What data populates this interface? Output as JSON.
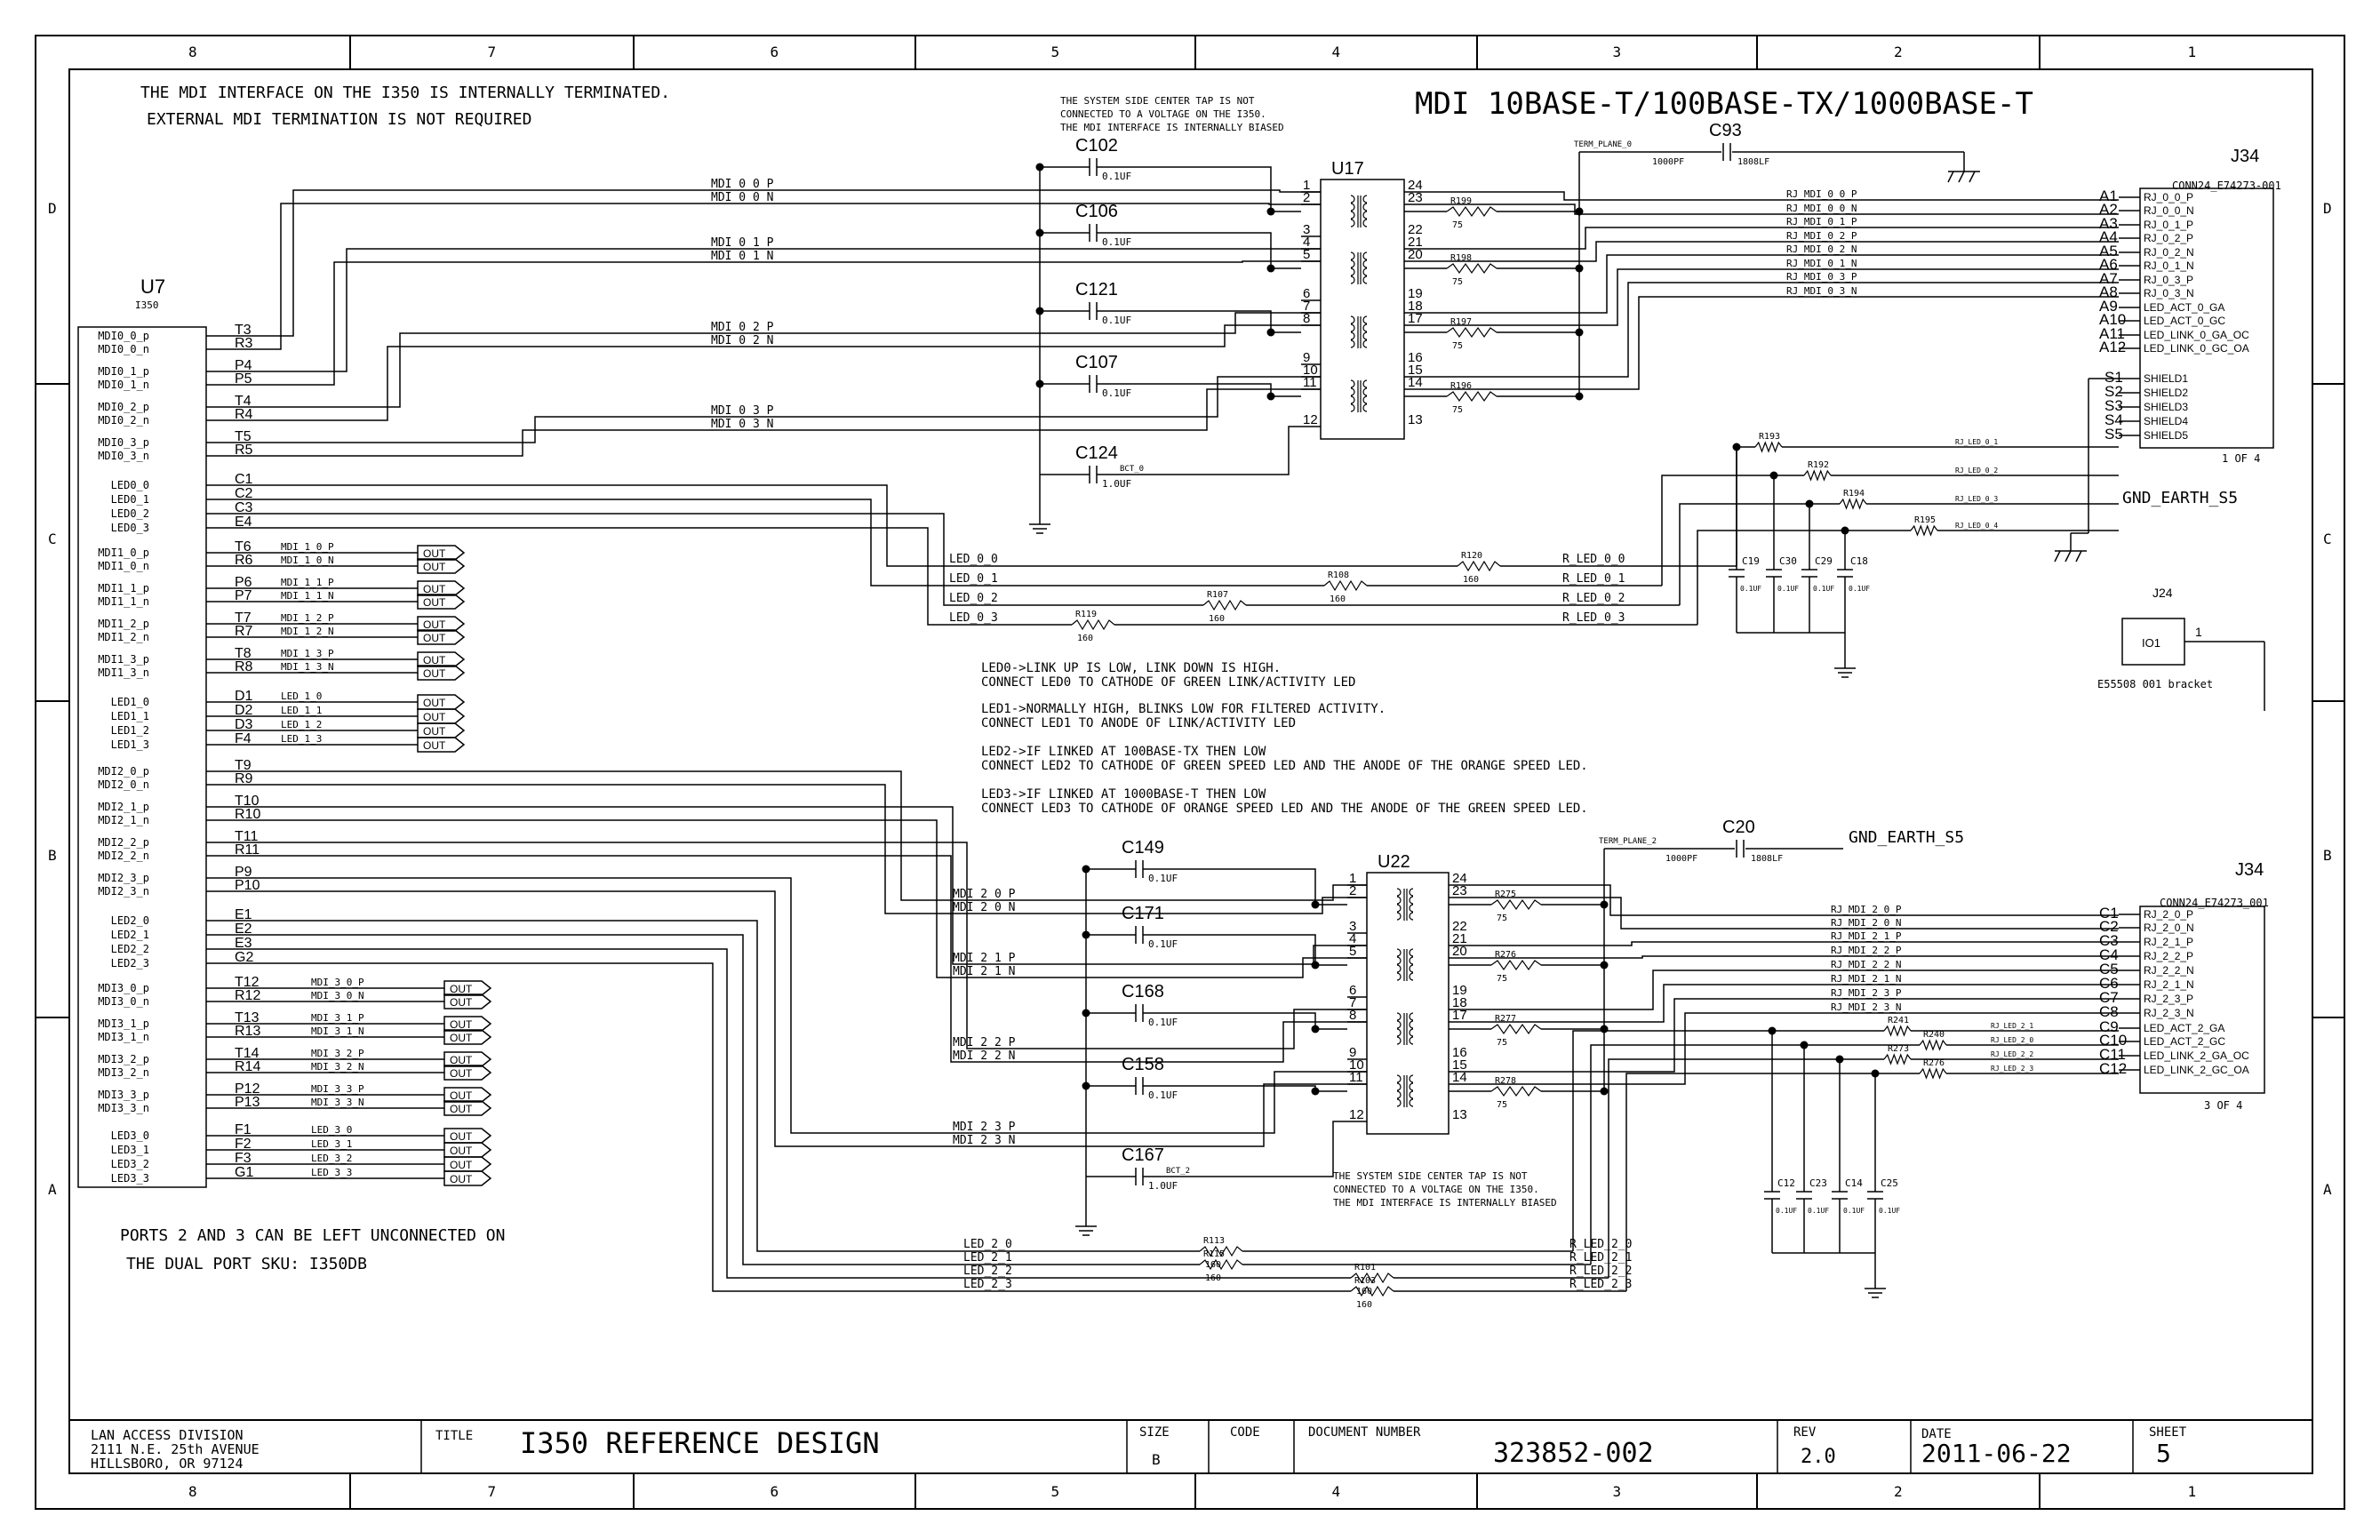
{
  "border": {
    "columns": [
      "8",
      "7",
      "6",
      "5",
      "4",
      "3",
      "2",
      "1"
    ],
    "rows": [
      "D",
      "C",
      "B",
      "A"
    ]
  },
  "title": "MDI 10BASE-T/100BASE-TX/1000BASE-T",
  "notes": {
    "mdi_terminated_1": "THE MDI INTERFACE ON THE I350 IS INTERNALLY TERMINATED.",
    "mdi_terminated_2": "EXTERNAL MDI TERMINATION IS NOT REQUIRED",
    "center_tap_top": [
      "THE SYSTEM SIDE CENTER TAP IS NOT",
      "CONNECTED TO A VOLTAGE ON THE I350.",
      "THE MDI INTERFACE IS INTERNALLY BIASED"
    ],
    "center_tap_bottom": [
      "THE SYSTEM SIDE CENTER TAP IS NOT",
      "CONNECTED TO A VOLTAGE ON THE I350.",
      "THE MDI INTERFACE IS INTERNALLY BIASED"
    ],
    "led_notes": [
      "LED0->LINK UP IS LOW, LINK DOWN IS HIGH.",
      "  CONNECT LED0 TO CATHODE OF GREEN LINK/ACTIVITY LED",
      "LED1->NORMALLY HIGH, BLINKS LOW FOR FILTERED ACTIVITY.",
      "  CONNECT LED1 TO ANODE OF LINK/ACTIVITY LED",
      "LED2->IF LINKED AT 100BASE-TX THEN LOW",
      "  CONNECT LED2 TO CATHODE OF GREEN SPEED LED AND THE ANODE OF THE ORANGE SPEED LED.",
      "LED3->IF LINKED AT 1000BASE-T THEN LOW",
      "  CONNECT LED3 TO CATHODE OF ORANGE SPEED LED AND THE ANODE OF THE GREEN SPEED LED."
    ],
    "ports_1": "PORTS 2 AND 3 CAN BE LEFT UNCONNECTED ON",
    "ports_2": "THE DUAL PORT SKU: I350DB"
  },
  "u7": {
    "ref": "U7",
    "part": "I350",
    "pins": [
      {
        "name": "MDI0_0_p",
        "num": "T3"
      },
      {
        "name": "MDI0_0_n",
        "num": "R3"
      },
      {
        "name": "MDI0_1_p",
        "num": "P4"
      },
      {
        "name": "MDI0_1_n",
        "num": "P5"
      },
      {
        "name": "MDI0_2_p",
        "num": "T4"
      },
      {
        "name": "MDI0_2_n",
        "num": "R4"
      },
      {
        "name": "MDI0_3_p",
        "num": "T5"
      },
      {
        "name": "MDI0_3_n",
        "num": "R5"
      },
      {
        "name": "LED0_0",
        "num": "C1"
      },
      {
        "name": "LED0_1",
        "num": "C2"
      },
      {
        "name": "LED0_2",
        "num": "C3"
      },
      {
        "name": "LED0_3",
        "num": "E4"
      },
      {
        "name": "MDI1_0_p",
        "num": "T6"
      },
      {
        "name": "MDI1_0_n",
        "num": "R6"
      },
      {
        "name": "MDI1_1_p",
        "num": "P6"
      },
      {
        "name": "MDI1_1_n",
        "num": "P7"
      },
      {
        "name": "MDI1_2_p",
        "num": "T7"
      },
      {
        "name": "MDI1_2_n",
        "num": "R7"
      },
      {
        "name": "MDI1_3_p",
        "num": "T8"
      },
      {
        "name": "MDI1_3_n",
        "num": "R8"
      },
      {
        "name": "LED1_0",
        "num": "D1"
      },
      {
        "name": "LED1_1",
        "num": "D2"
      },
      {
        "name": "LED1_2",
        "num": "D3"
      },
      {
        "name": "LED1_3",
        "num": "F4"
      },
      {
        "name": "MDI2_0_p",
        "num": "T9"
      },
      {
        "name": "MDI2_0_n",
        "num": "R9"
      },
      {
        "name": "MDI2_1_p",
        "num": "T10"
      },
      {
        "name": "MDI2_1_n",
        "num": "R10"
      },
      {
        "name": "MDI2_2_p",
        "num": "T11"
      },
      {
        "name": "MDI2_2_n",
        "num": "R11"
      },
      {
        "name": "MDI2_3_p",
        "num": "P9"
      },
      {
        "name": "MDI2_3_n",
        "num": "P10"
      },
      {
        "name": "LED2_0",
        "num": "E1"
      },
      {
        "name": "LED2_1",
        "num": "E2"
      },
      {
        "name": "LED2_2",
        "num": "E3"
      },
      {
        "name": "LED2_3",
        "num": "G2"
      },
      {
        "name": "MDI3_0_p",
        "num": "T12"
      },
      {
        "name": "MDI3_0_n",
        "num": "R12"
      },
      {
        "name": "MDI3_1_p",
        "num": "T13"
      },
      {
        "name": "MDI3_1_n",
        "num": "R13"
      },
      {
        "name": "MDI3_2_p",
        "num": "T14"
      },
      {
        "name": "MDI3_2_n",
        "num": "R14"
      },
      {
        "name": "MDI3_3_p",
        "num": "P12"
      },
      {
        "name": "MDI3_3_n",
        "num": "P13"
      },
      {
        "name": "LED3_0",
        "num": "F1"
      },
      {
        "name": "LED3_1",
        "num": "F2"
      },
      {
        "name": "LED3_2",
        "num": "F3"
      },
      {
        "name": "LED3_3",
        "num": "G1"
      }
    ]
  },
  "port1_nets": [
    "MDI_1_0_P",
    "MDI_1_0_N",
    "MDI_1_1_P",
    "MDI_1_1_N",
    "MDI_1_2_P",
    "MDI_1_2_N",
    "MDI_1_3_P",
    "MDI_1_3_N",
    "LED_1_0",
    "LED_1_1",
    "LED_1_2",
    "LED_1_3"
  ],
  "port3_nets": [
    "MDI_3_0_P",
    "MDI_3_0_N",
    "MDI_3_1_P",
    "MDI_3_1_N",
    "MDI_3_2_P",
    "MDI_3_2_N",
    "MDI_3_3_P",
    "MDI_3_3_N",
    "LED_3_0",
    "LED_3_1",
    "LED_3_2",
    "LED_3_3"
  ],
  "off_page_label": "OUT",
  "top": {
    "mdi_nets": [
      "MDI_0_0_P",
      "MDI_0_0_N",
      "MDI_0_1_P",
      "MDI_0_1_N",
      "MDI_0_2_P",
      "MDI_0_2_N",
      "MDI_0_3_P",
      "MDI_0_3_N"
    ],
    "led_nets": [
      "LED_0_0",
      "LED_0_1",
      "LED_0_2",
      "LED_0_3"
    ],
    "rled_nets": [
      "R_LED_0_0",
      "R_LED_0_1",
      "R_LED_0_2",
      "R_LED_0_3"
    ],
    "rled_short": [
      "RJ_LED_0_1",
      "RJ_LED_0_2",
      "RJ_LED_0_3",
      "RJ_LED_0_4"
    ],
    "rj_nets": [
      "RJ_MDI_0_0_P",
      "RJ_MDI_0_0_N",
      "RJ_MDI_0_1_P",
      "RJ_MDI_0_2_P",
      "RJ_MDI_0_2_N",
      "RJ_MDI_0_1_N",
      "RJ_MDI_0_3_P",
      "RJ_MDI_0_3_N"
    ],
    "caps": [
      {
        "ref": "C102",
        "value": "0.1UF"
      },
      {
        "ref": "C106",
        "value": "0.1UF"
      },
      {
        "ref": "C121",
        "value": "0.1UF"
      },
      {
        "ref": "C107",
        "value": "0.1UF"
      },
      {
        "ref": "C124",
        "value": "1.0UF"
      }
    ],
    "bct": "BCT_0",
    "xfmr": "U17",
    "xfmr_pins_left": [
      "1",
      "2",
      "3",
      "4",
      "5",
      "6",
      "7",
      "8",
      "9",
      "10",
      "11",
      "12"
    ],
    "xfmr_pins_right": [
      "24",
      "23",
      "22",
      "21",
      "20",
      "19",
      "18",
      "17",
      "16",
      "15",
      "14",
      "13"
    ],
    "term_res": [
      {
        "ref": "R199",
        "value": "75"
      },
      {
        "ref": "R198",
        "value": "75"
      },
      {
        "ref": "R197",
        "value": "75"
      },
      {
        "ref": "R196",
        "value": "75"
      }
    ],
    "c93": {
      "ref": "C93",
      "value": "1000PF",
      "pkg": "1808LF",
      "net": "TERM_PLANE_0"
    },
    "led_res": [
      {
        "ref": "R120",
        "value": "160"
      },
      {
        "ref": "R108",
        "value": "160"
      },
      {
        "ref": "R107",
        "value": "160"
      },
      {
        "ref": "R119",
        "value": "160"
      }
    ],
    "rj_res": [
      "R193",
      "R192",
      "R194",
      "R195"
    ],
    "led_caps": [
      {
        "ref": "C19",
        "value": "0.1UF"
      },
      {
        "ref": "C30",
        "value": "0.1UF"
      },
      {
        "ref": "C29",
        "value": "0.1UF"
      },
      {
        "ref": "C18",
        "value": "0.1UF"
      }
    ]
  },
  "j34_top": {
    "ref": "J34",
    "part": "CONN24_E74273-001",
    "pins": [
      {
        "num": "A1",
        "name": "RJ_0_0_P"
      },
      {
        "num": "A2",
        "name": "RJ_0_0_N"
      },
      {
        "num": "A3",
        "name": "RJ_0_1_P"
      },
      {
        "num": "A4",
        "name": "RJ_0_2_P"
      },
      {
        "num": "A5",
        "name": "RJ_0_2_N"
      },
      {
        "num": "A6",
        "name": "RJ_0_1_N"
      },
      {
        "num": "A7",
        "name": "RJ_0_3_P"
      },
      {
        "num": "A8",
        "name": "RJ_0_3_N"
      },
      {
        "num": "A9",
        "name": "LED_ACT_0_GA"
      },
      {
        "num": "A10",
        "name": "LED_ACT_0_GC"
      },
      {
        "num": "A11",
        "name": "LED_LINK_0_GA_OC"
      },
      {
        "num": "A12",
        "name": "LED_LINK_0_GC_OA"
      }
    ],
    "shields": [
      {
        "num": "S1",
        "name": "SHIELD1"
      },
      {
        "num": "S2",
        "name": "SHIELD2"
      },
      {
        "num": "S3",
        "name": "SHIELD3"
      },
      {
        "num": "S4",
        "name": "SHIELD4"
      },
      {
        "num": "S5",
        "name": "SHIELD5"
      }
    ],
    "of": "1 OF 4",
    "gnd_earth": "GND_EARTH_S5"
  },
  "j24": {
    "ref": "J24",
    "body": "IO1",
    "pin": "1",
    "part": "E55508 001 bracket"
  },
  "bottom": {
    "mdi_nets": [
      "MDI_2_0_P",
      "MDI_2_0_N",
      "MDI_2_1_P",
      "MDI_2_1_N",
      "MDI_2_2_P",
      "MDI_2_2_N",
      "MDI_2_3_P",
      "MDI_2_3_N"
    ],
    "led_nets": [
      "LED_2_0",
      "LED_2_1",
      "LED_2_2",
      "LED_2_3"
    ],
    "rled_nets": [
      "R_LED_2_0",
      "R_LED_2_1",
      "R_LED_2_2",
      "R_LED_2_3"
    ],
    "rled_short": [
      "RJ_LED_2_1",
      "RJ_LED_2_0",
      "RJ_LED_2_2",
      "RJ_LED_2_3"
    ],
    "rj_nets": [
      "RJ_MDI_2_0_P",
      "RJ_MDI_2_0_N",
      "RJ_MDI_2_1_P",
      "RJ_MDI_2_2_P",
      "RJ_MDI_2_2_N",
      "RJ_MDI_2_1_N",
      "RJ_MDI_2_3_P",
      "RJ_MDI_2_3_N"
    ],
    "caps": [
      {
        "ref": "C149",
        "value": "0.1UF"
      },
      {
        "ref": "C171",
        "value": "0.1UF"
      },
      {
        "ref": "C168",
        "value": "0.1UF"
      },
      {
        "ref": "C158",
        "value": "0.1UF"
      },
      {
        "ref": "C167",
        "value": "1.0UF"
      }
    ],
    "bct": "BCT_2",
    "xfmr": "U22",
    "term_res": [
      {
        "ref": "R275",
        "value": "75"
      },
      {
        "ref": "R276",
        "value": "75"
      },
      {
        "ref": "R277",
        "value": "75"
      },
      {
        "ref": "R278",
        "value": "75"
      }
    ],
    "c20": {
      "ref": "C20",
      "value": "1000PF",
      "pkg": "1808LF",
      "net": "TERM_PLANE_2"
    },
    "gnd_earth": "GND_EARTH_S5",
    "led_res": [
      {
        "ref": "R113",
        "value": "160"
      },
      {
        "ref": "R101",
        "value": "160"
      },
      {
        "ref": "R115",
        "value": "160"
      },
      {
        "ref": "R103",
        "value": "160"
      }
    ],
    "rj_res": [
      "R241",
      "R240",
      "R273",
      "R276"
    ],
    "led_caps": [
      {
        "ref": "C12",
        "value": "0.1UF"
      },
      {
        "ref": "C23",
        "value": "0.1UF"
      },
      {
        "ref": "C14",
        "value": "0.1UF"
      },
      {
        "ref": "C25",
        "value": "0.1UF"
      }
    ]
  },
  "j34_bottom": {
    "ref": "J34",
    "part": "CONN24_E74273_001",
    "pins": [
      {
        "num": "C1",
        "name": "RJ_2_0_P"
      },
      {
        "num": "C2",
        "name": "RJ_2_0_N"
      },
      {
        "num": "C3",
        "name": "RJ_2_1_P"
      },
      {
        "num": "C4",
        "name": "RJ_2_2_P"
      },
      {
        "num": "C5",
        "name": "RJ_2_2_N"
      },
      {
        "num": "C6",
        "name": "RJ_2_1_N"
      },
      {
        "num": "C7",
        "name": "RJ_2_3_P"
      },
      {
        "num": "C8",
        "name": "RJ_2_3_N"
      },
      {
        "num": "C9",
        "name": "LED_ACT_2_GA"
      },
      {
        "num": "C10",
        "name": "LED_ACT_2_GC"
      },
      {
        "num": "C11",
        "name": "LED_LINK_2_GA_OC"
      },
      {
        "num": "C12",
        "name": "LED_LINK_2_GC_OA"
      }
    ],
    "of": "3 OF 4"
  },
  "title_block": {
    "division": [
      "LAN ACCESS DIVISION",
      "2111 N.E. 25th AVENUE",
      "HILLSBORO, OR 97124"
    ],
    "title_label": "TITLE",
    "title": "I350 REFERENCE DESIGN",
    "size_label": "SIZE",
    "size": "B",
    "code_label": "CODE",
    "docnum_label": "DOCUMENT NUMBER",
    "docnum": "323852-002",
    "rev_label": "REV",
    "rev": "2.0",
    "date_label": "DATE",
    "date": "2011-06-22",
    "sheet_label": "SHEET",
    "sheet": "5"
  }
}
